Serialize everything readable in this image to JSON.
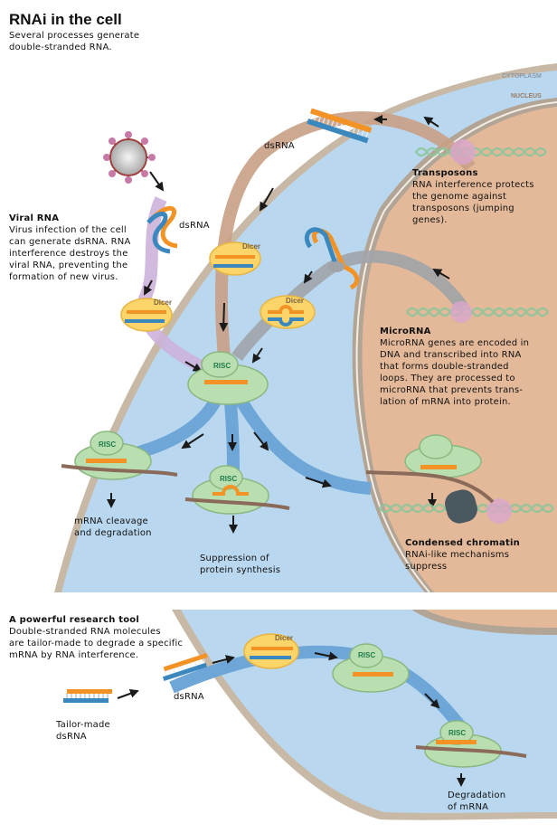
{
  "header": {
    "title": "RNAi in the cell",
    "subtitle_line1": "Several processes generate",
    "subtitle_line2": "double-stranded RNA."
  },
  "compartments": {
    "cytoplasm": "CYTOPLASM",
    "nucleus": "NUCLEUS"
  },
  "labels": {
    "dsrna_top": "dsRNA",
    "dsrna_virus": "dsRNA",
    "dicer": "Dicer",
    "risc": "RISC",
    "dsrna_bottom": "dsRNA"
  },
  "sections": {
    "viral": {
      "heading": "Viral RNA",
      "lines": [
        "Virus infection of the cell",
        "can generate dsRNA. RNA",
        "interference destroys the",
        "viral RNA, preventing the",
        "formation of new virus."
      ]
    },
    "transposons": {
      "heading": "Transposons",
      "lines": [
        "RNA interference protects",
        "the genome against",
        "transposons (jumping",
        "genes)."
      ]
    },
    "microrna": {
      "heading": "MicroRNA",
      "lines": [
        "MicroRNA genes are encoded in",
        "DNA and transcribed into RNA",
        "that forms double-stranded",
        "loops. They are processed to",
        "microRNA that prevents trans-",
        "lation of mRNA into protein."
      ]
    },
    "chromatin": {
      "heading": "Condensed chromatin",
      "lines": [
        "RNAi-like mechanisms",
        "suppress"
      ]
    },
    "outcomes": {
      "cleavage": [
        "mRNA cleavage",
        "and degradation"
      ],
      "suppression": [
        "Suppression of",
        "protein synthesis"
      ]
    },
    "research": {
      "heading": "A powerful research tool",
      "lines": [
        "Double-stranded RNA molecules",
        "are tailor-made to degrade a specific",
        "mRNA by RNA interference."
      ],
      "tailor_made": [
        "Tailor-made",
        "dsRNA"
      ],
      "degradation": [
        "Degradation",
        "of mRNA"
      ]
    }
  },
  "colors": {
    "cytoplasm": "#b9d8f0",
    "nucleus": "#e4b999",
    "membrane": "#c8b8a6",
    "pathway_blue": "#6fa6d8",
    "pathway_tan": "#c9a086",
    "pathway_gray": "#a0a4a8",
    "pathway_lilac": "#cdb3dc",
    "risc": "#b9dfb0",
    "dicer": "#fbd56a",
    "rna_orange": "#f39325",
    "rna_blue": "#3b88be"
  }
}
